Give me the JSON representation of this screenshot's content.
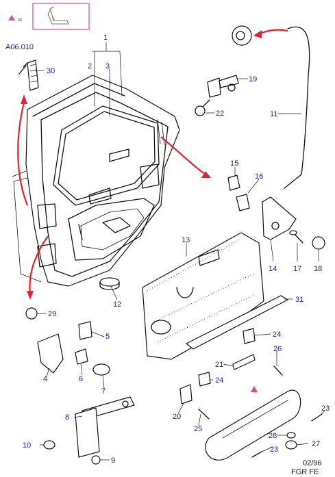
{
  "diagram": {
    "ref_code": "A06.010",
    "legend_equals": "=",
    "footer": {
      "date": "02/96",
      "codes": "FGR  FE"
    },
    "labels": [
      "1",
      "2",
      "3",
      "4",
      "5",
      "6",
      "7",
      "8",
      "9",
      "10",
      "11",
      "12",
      "13",
      "14",
      "15",
      "16",
      "17",
      "18",
      "19",
      "20",
      "21",
      "22",
      "23",
      "23",
      "24",
      "24",
      "25",
      "26",
      "27",
      "28",
      "29",
      "30",
      "31"
    ],
    "colors": {
      "label": "#1a1aa8",
      "arrow": "#e8202a",
      "legend_box": "#d94a9a",
      "line": "#111111"
    },
    "icons": [
      "seat-icon",
      "legend-triangle-icon",
      "marker-triangle-icon"
    ]
  }
}
